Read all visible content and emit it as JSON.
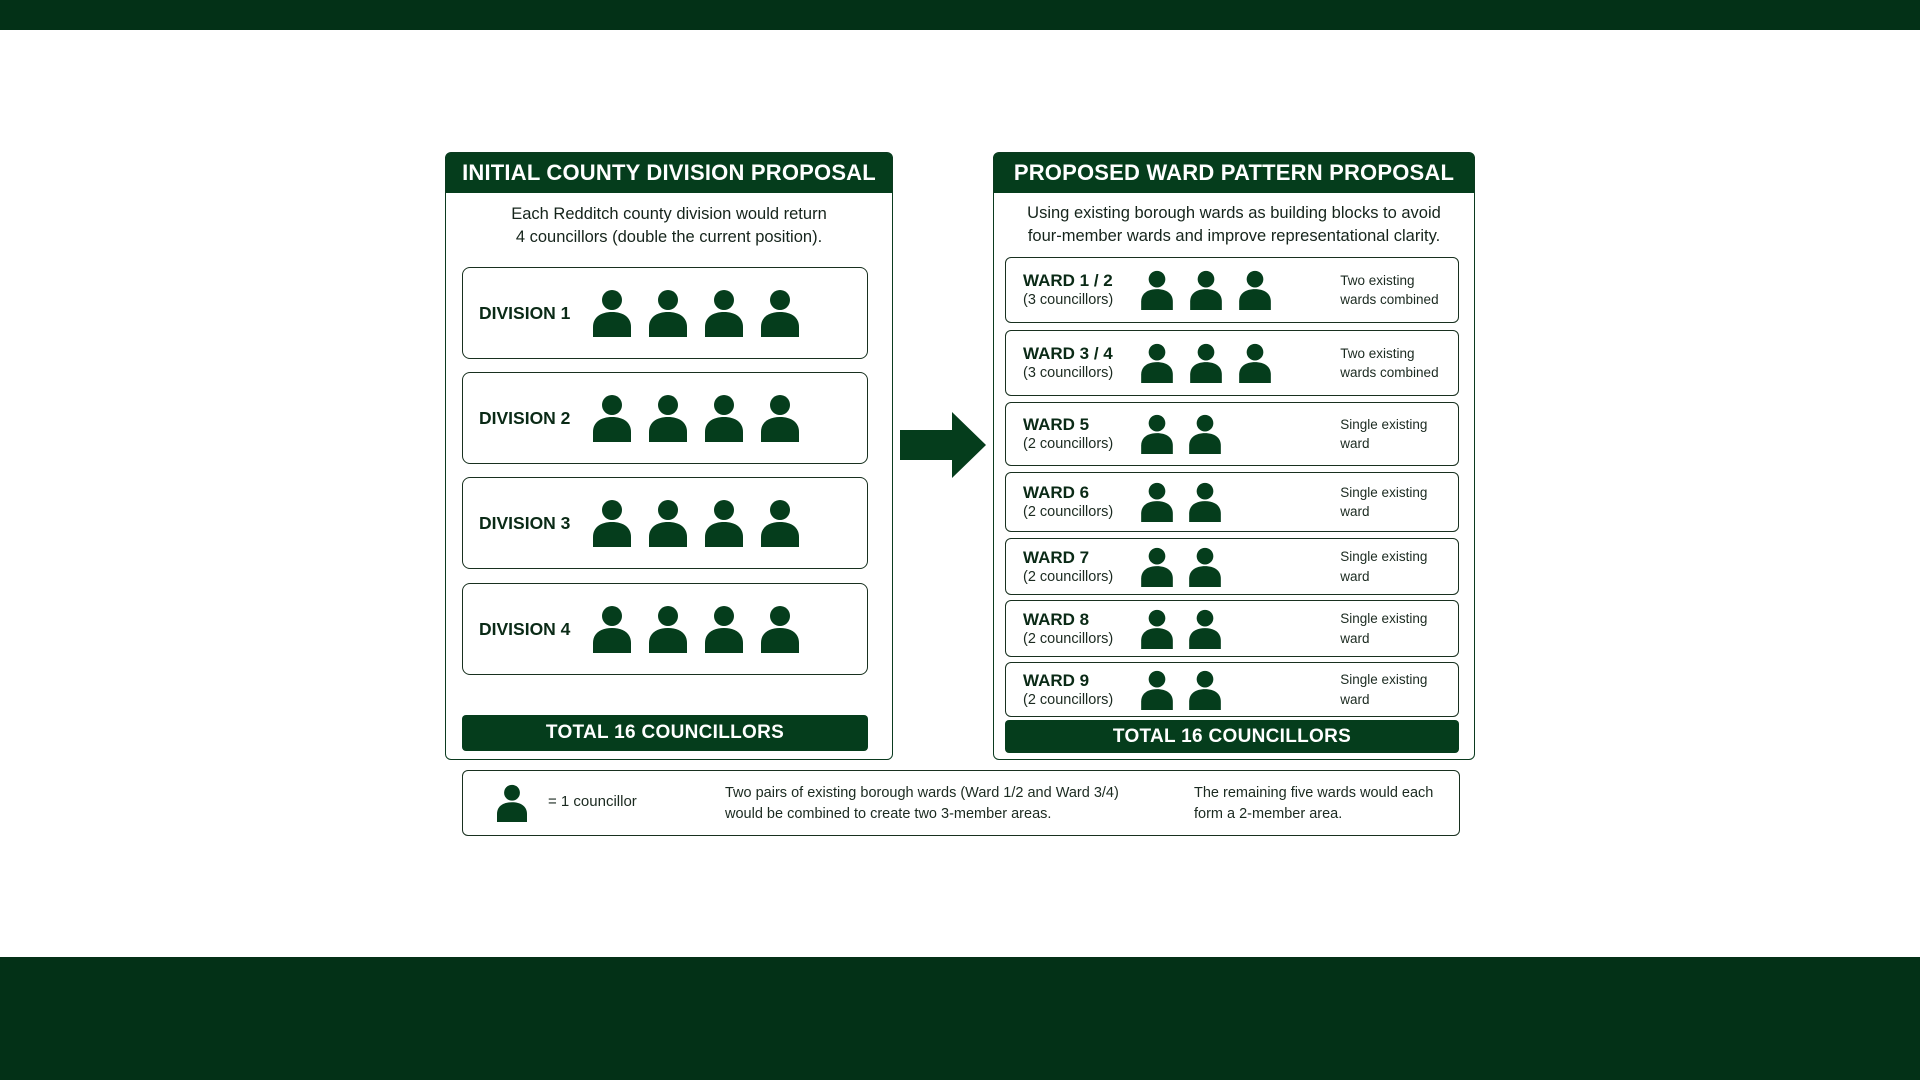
{
  "left_panel": {
    "title": "INITIAL COUNTY DIVISION PROPOSAL",
    "intro_lines": [
      "Each Redditch county division would return",
      "4 councillors (double the current position)."
    ],
    "divisions": [
      {
        "label": "DIVISION 1",
        "councillors": 4
      },
      {
        "label": "DIVISION 2",
        "councillors": 4
      },
      {
        "label": "DIVISION 3",
        "councillors": 4
      },
      {
        "label": "DIVISION 4",
        "councillors": 4
      }
    ],
    "total": "TOTAL 16 COUNCILLORS"
  },
  "right_panel": {
    "title": "PROPOSED WARD PATTERN PROPOSAL",
    "intro_lines": [
      "Using existing borough wards as building blocks to avoid",
      "four-member wards and improve representational clarity."
    ],
    "wards": [
      {
        "label": "WARD 1 / 2",
        "sub": "(3 councillors)",
        "councillors": 3,
        "note_lines": [
          "Two existing",
          "wards combined"
        ]
      },
      {
        "label": "WARD 3 / 4",
        "sub": "(3 councillors)",
        "councillors": 3,
        "note_lines": [
          "Two existing",
          "wards combined"
        ]
      },
      {
        "label": "WARD 5",
        "sub": "(2 councillors)",
        "councillors": 2,
        "note_lines": [
          "Single existing",
          "ward"
        ]
      },
      {
        "label": "WARD 6",
        "sub": "(2 councillors)",
        "councillors": 2,
        "note_lines": [
          "Single existing",
          "ward"
        ]
      },
      {
        "label": "WARD 7",
        "sub": "(2 councillors)",
        "councillors": 2,
        "note_lines": [
          "Single existing",
          "ward"
        ]
      },
      {
        "label": "WARD 8",
        "sub": "(2 councillors)",
        "councillors": 2,
        "note_lines": [
          "Single existing",
          "ward"
        ]
      },
      {
        "label": "WARD 9",
        "sub": "(2 councillors)",
        "councillors": 2,
        "note_lines": [
          "Single existing",
          "ward"
        ]
      }
    ],
    "total": "TOTAL 16 COUNCILLORS"
  },
  "legend": {
    "icon": "person-icon",
    "icon_meaning": "= 1 councillor",
    "text_pairs_lines": [
      "Two pairs of existing borough wards (Ward 1/2 and Ward 3/4)",
      "would be combined to create two 3-member areas."
    ],
    "text_remaining_lines": [
      "The remaining five wards would each",
      "form a 2-member area."
    ]
  },
  "colors": {
    "primary_green": "#053d1c",
    "bar_green": "#033117",
    "text": "#10231a"
  }
}
